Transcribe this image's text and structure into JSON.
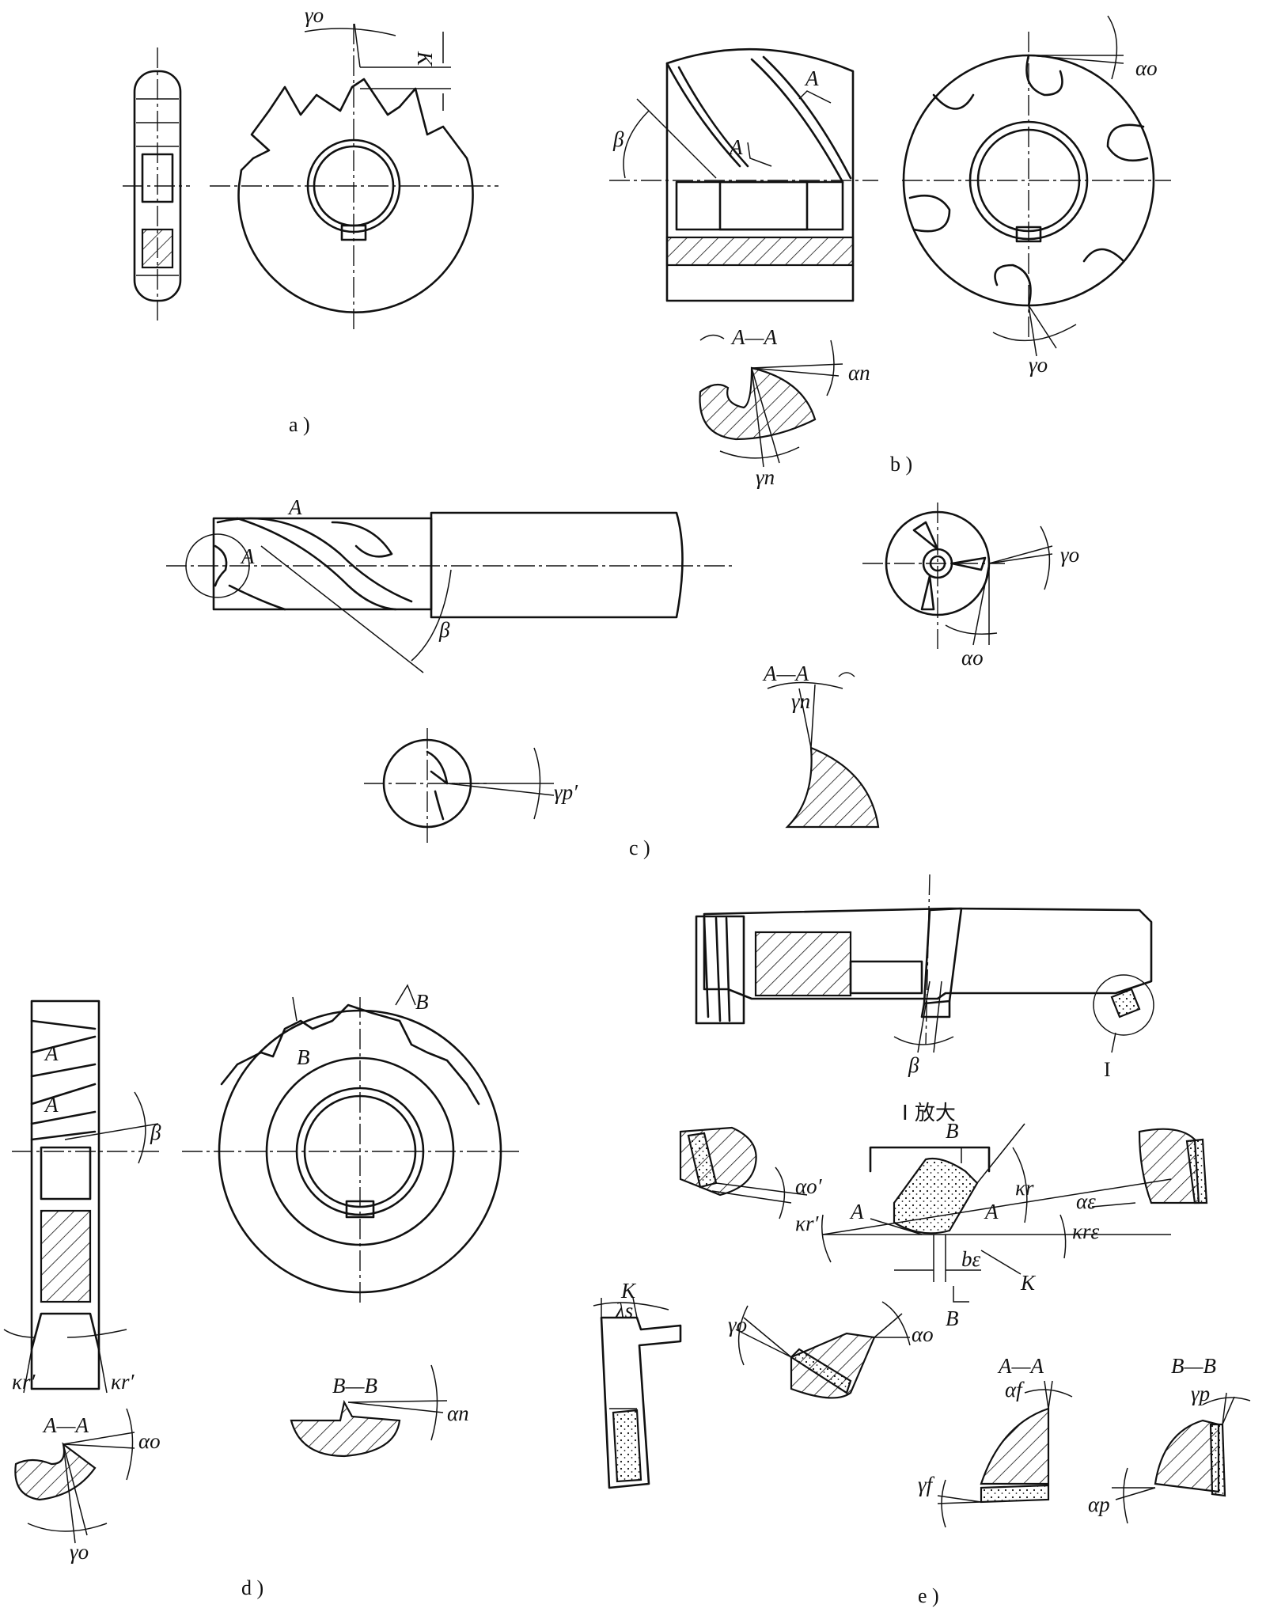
{
  "panels": {
    "a": {
      "caption": "a )",
      "labels": {
        "rake": "γo",
        "k": "K"
      }
    },
    "b": {
      "caption": "b )",
      "labels": {
        "a1": "A",
        "a2": "A",
        "beta": "β",
        "clear": "αo",
        "rake": "γo",
        "section": "A—A",
        "sec_clear": "αn",
        "sec_rake": "γn"
      }
    },
    "c": {
      "caption": "c )",
      "labels": {
        "a1": "A",
        "a2": "A",
        "beta": "β",
        "rake": "γo",
        "clear": "αo",
        "rake_p": "γp′",
        "section": "A—A",
        "sec_rake": "γn"
      }
    },
    "d": {
      "caption": "d )",
      "labels": {
        "a1": "A",
        "a2": "A",
        "beta": "β",
        "b1": "B",
        "b2": "B",
        "kr1": "κr′",
        "kr2": "κr′",
        "section_a": "A—A",
        "sec_a_clear": "αo",
        "sec_a_rake": "γo",
        "section_b": "B—B",
        "sec_b_clear": "αn"
      }
    },
    "e": {
      "caption": "e )",
      "labels": {
        "beta": "β",
        "detail_mark": "I",
        "enlarge": "I 放大",
        "b_top": "B",
        "b_bot": "B",
        "a_left": "A",
        "a_right": "A",
        "alpha_o_p": "αo′",
        "kr": "κr",
        "kr_p": "κr′",
        "alpha_e": "αε",
        "kre": "κrε",
        "be": "bε",
        "k_arrow": "K",
        "k_view": "K",
        "lambda": "λs",
        "rake": "γo",
        "clear": "αo",
        "section_a": "A—A",
        "alpha_f": "αf",
        "gamma_f": "γf",
        "section_b": "B—B",
        "gamma_p": "γp",
        "alpha_p": "αp"
      }
    }
  }
}
